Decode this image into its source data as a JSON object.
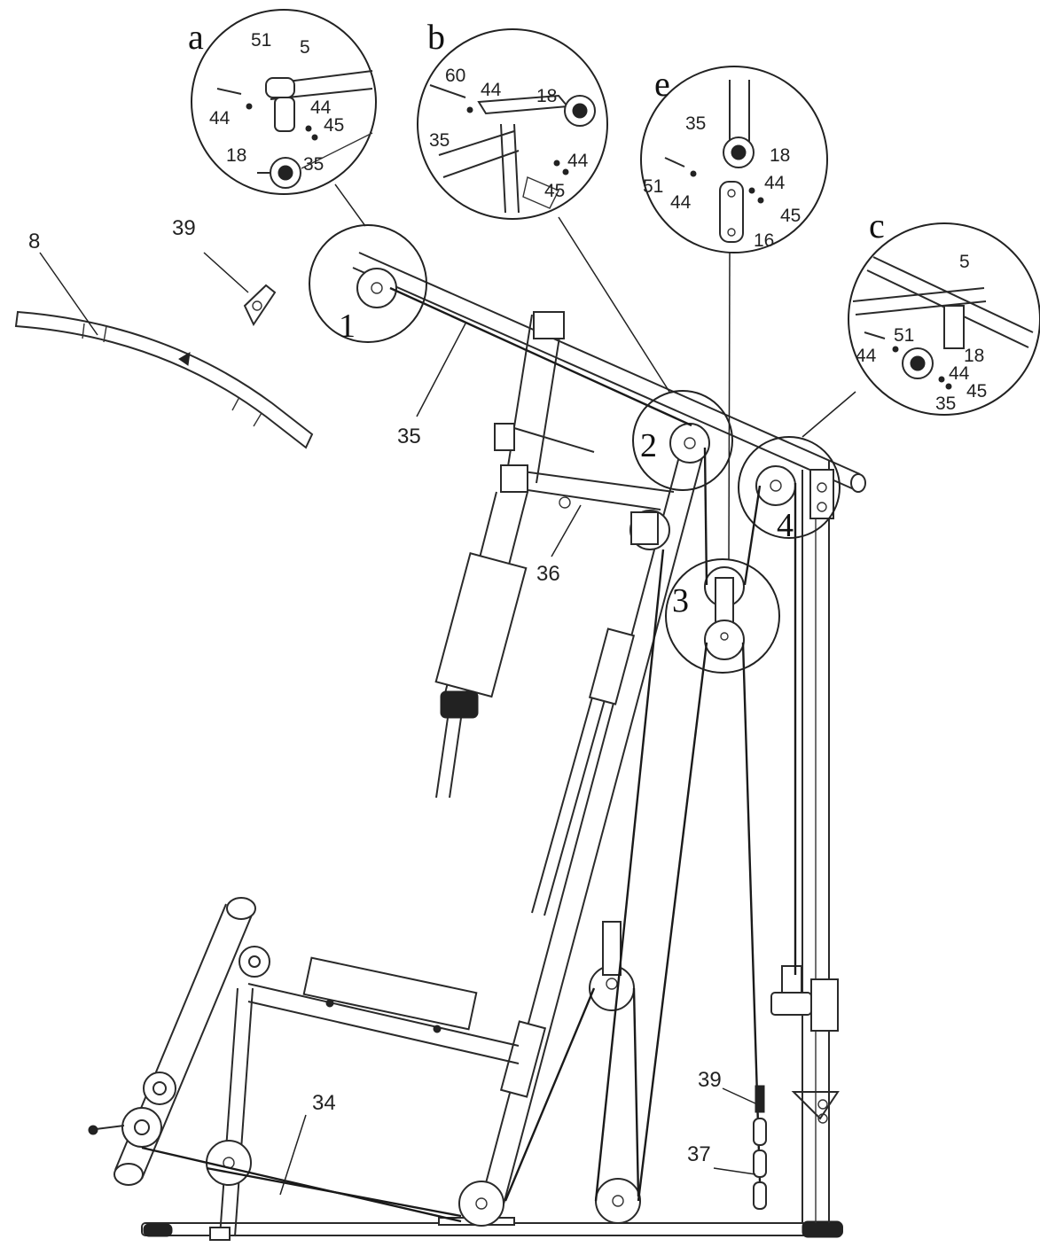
{
  "detail_views": {
    "a": {
      "letter": "a",
      "labels": [
        "51",
        "5",
        "44",
        "44",
        "45",
        "18",
        "35"
      ]
    },
    "b": {
      "letter": "b",
      "labels": [
        "60",
        "44",
        "18",
        "35",
        "44",
        "45"
      ]
    },
    "e": {
      "letter": "e",
      "labels": [
        "35",
        "18",
        "51",
        "44",
        "44",
        "45",
        "16"
      ]
    },
    "c": {
      "letter": "c",
      "labels": [
        "5",
        "51",
        "44",
        "18",
        "44",
        "45",
        "35"
      ]
    }
  },
  "pulley_markers": [
    "1",
    "2",
    "3",
    "4"
  ],
  "part_labels": {
    "p8": "8",
    "p39_top": "39",
    "p35": "35",
    "p36": "36",
    "p34": "34",
    "p39_bottom": "39",
    "p37": "37"
  },
  "colors": {
    "line": "#2a2a2a",
    "background": "#ffffff"
  }
}
